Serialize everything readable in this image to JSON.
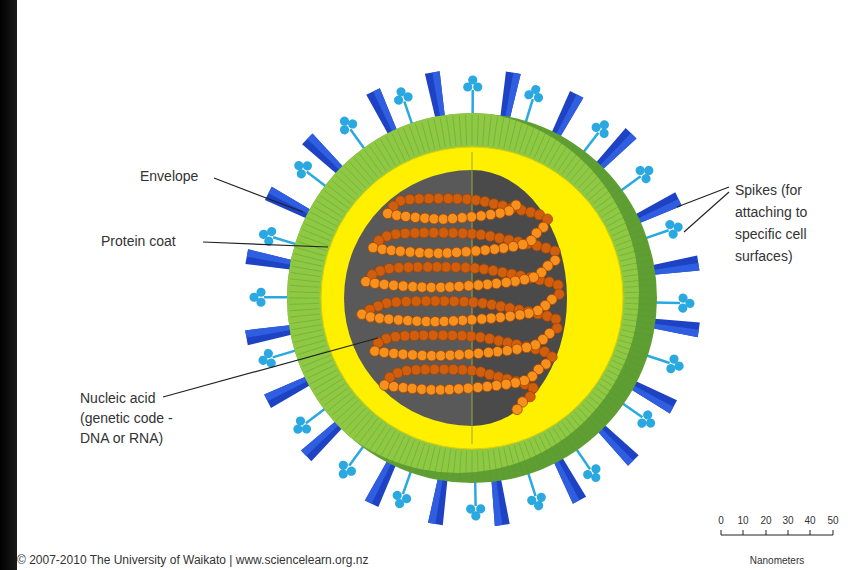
{
  "diagram": {
    "labels": [
      "Envelope",
      "Protein coat",
      "Nucleic acid (genetic code - DNA or RNA)",
      "Spikes (for attaching to specific cell surfaces)",
      "0",
      "10",
      "20",
      "30",
      "40",
      "50",
      "Nanometers",
      "© 2007-2010 The University of Waikato | www.sciencelearn.org.nz"
    ]
  }
}
